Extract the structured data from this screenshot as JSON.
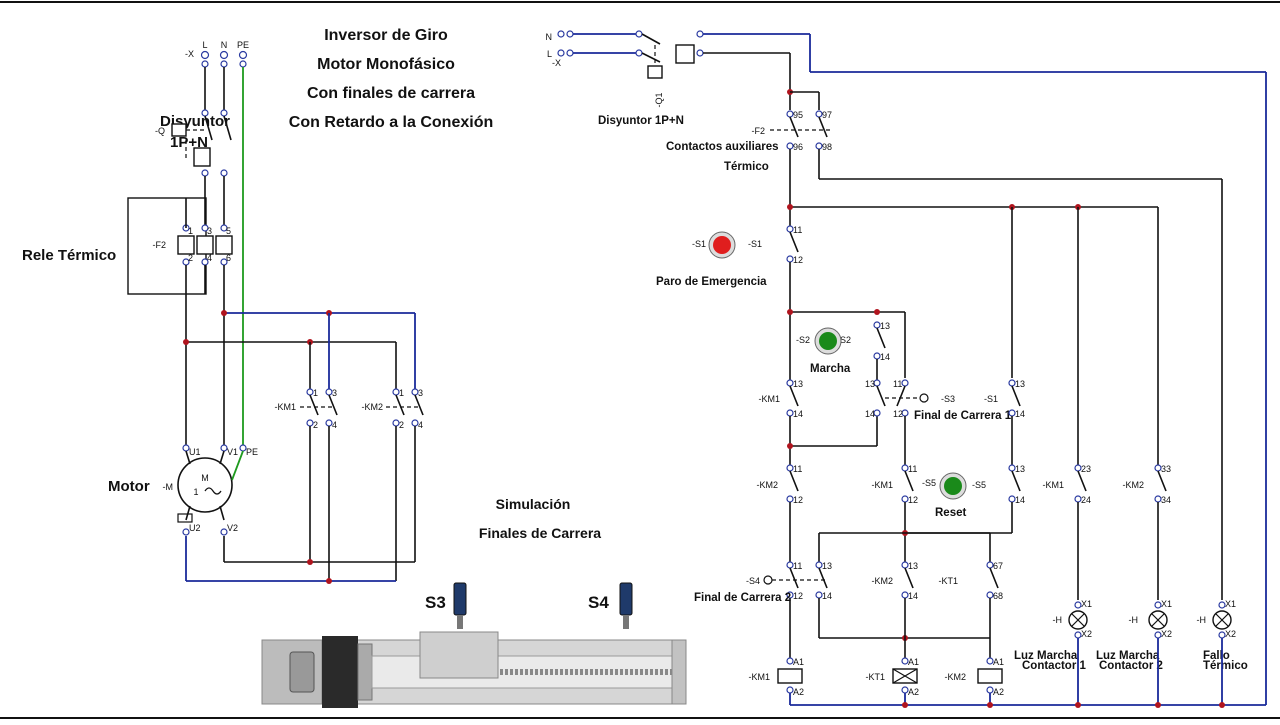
{
  "titles": {
    "line1": "Inversor de Giro",
    "line2": "Motor Monofásico",
    "line3": "Con finales de carrera",
    "line4": "Con Retardo a la Conexión"
  },
  "power_circuit": {
    "breaker_label_1": "Disyuntor",
    "breaker_label_2": "1P+N",
    "thermal_label": "Rele Térmico",
    "motor_label": "Motor",
    "terminal_x": "-X",
    "terminal_l": "L",
    "terminal_n": "N",
    "terminal_pe": "PE",
    "breaker_tag": "-Q",
    "thermal_tag": "-F2",
    "motor_tag": "-M",
    "motor_m": "M",
    "motor_phase": "1",
    "km1_tag": "-KM1",
    "km2_tag": "-KM2",
    "u1": "U1",
    "u2": "U2",
    "v1": "V1",
    "v2": "V2",
    "pe": "PE"
  },
  "control_circuit": {
    "breaker_label": "Disyuntor 1P+N",
    "aux_label_1": "Contactos auxiliares",
    "aux_label_2": "Térmico",
    "emergency_label": "Paro de Emergencia",
    "start_label": "Marcha",
    "reset_label": "Reset",
    "limit1_label": "Final de Carrera 1",
    "limit2_label": "Final de Carrera 2",
    "lamp1_label_1": "Luz Marcha",
    "lamp1_label_2": "Contactor 1",
    "lamp2_label_1": "Luz Marcha",
    "lamp2_label_2": "Contactor 2",
    "lamp3_label_1": "Fallo",
    "lamp3_label_2": "Térmico",
    "tag_x": "-X",
    "tag_n": "N",
    "tag_l": "L",
    "tag_q1": "-Q1",
    "tag_f2": "-F2",
    "tag_s1": "-S1",
    "tag_s2": "-S2",
    "tag_s2b": "S2",
    "tag_s3": "-S3",
    "tag_s4": "-S4",
    "tag_s5": "-S5",
    "tag_km1": "-KM1",
    "tag_km2": "-KM2",
    "tag_kt1": "-KT1",
    "tag_h": "-H"
  },
  "simulation": {
    "title_1": "Simulación",
    "title_2": "Finales de Carrera",
    "s3": "S3",
    "s4": "S4"
  },
  "colors": {
    "emergency_button": "#e01e1e",
    "start_button": "#1a8a1a",
    "reset_button": "#1a8a1a",
    "neutral_wire": "#1a2a9a",
    "earth_wire": "#1e9a1e",
    "junction": "#b0141e"
  }
}
